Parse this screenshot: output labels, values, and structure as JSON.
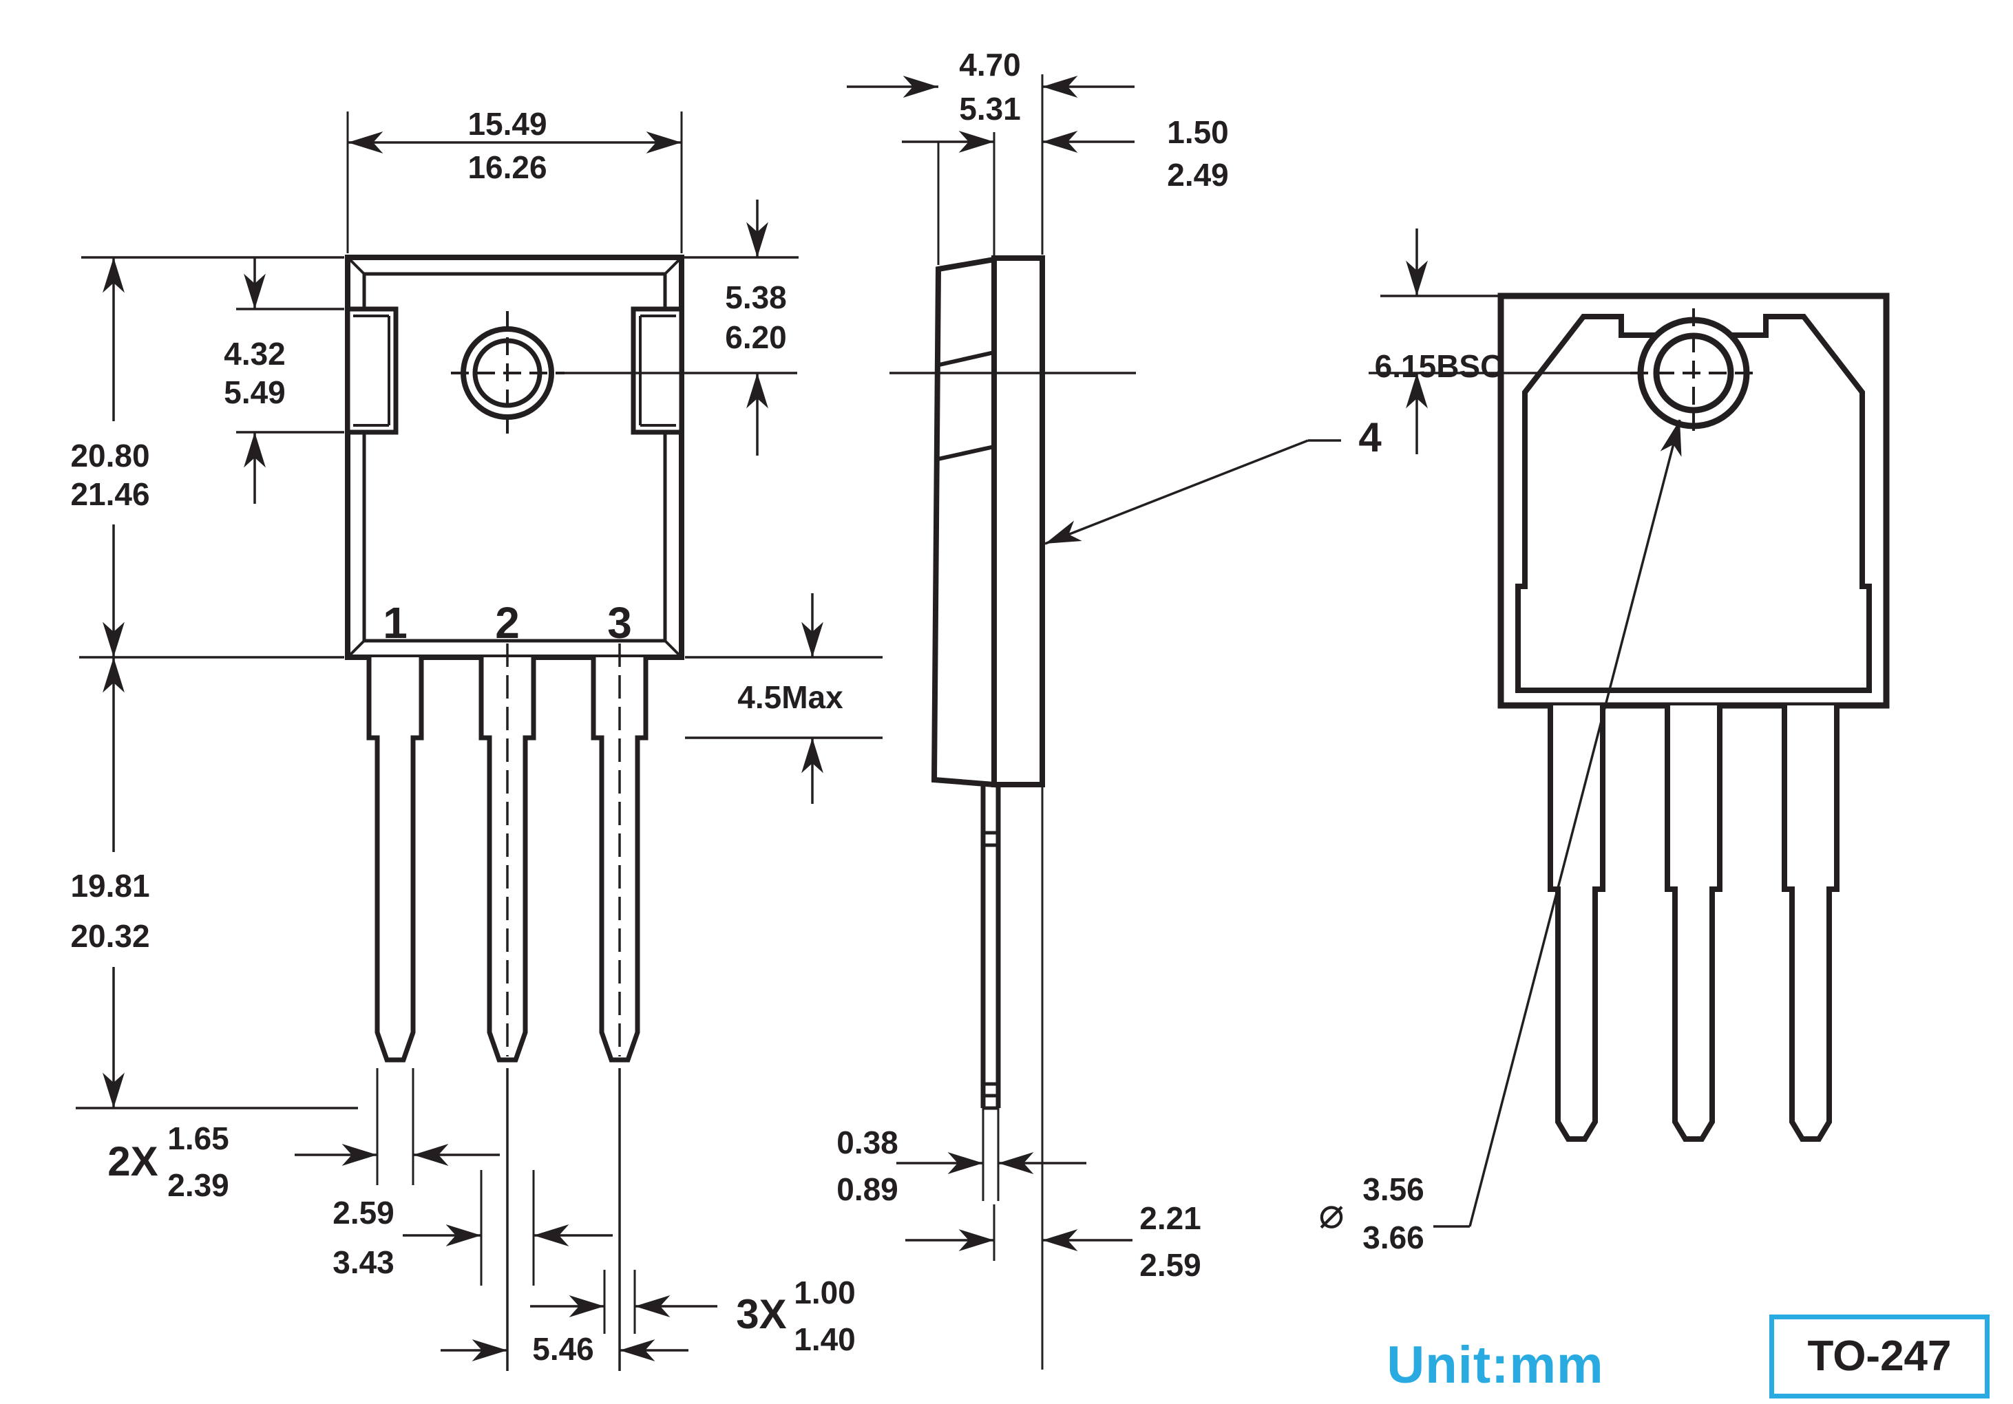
{
  "colors": {
    "ink": "#231F20",
    "accent": "#29ABE2",
    "background": "#FFFFFF"
  },
  "views": {
    "front": {
      "width": {
        "min": "15.49",
        "max": "16.26"
      },
      "ear_height": {
        "min": "4.32",
        "max": "5.49"
      },
      "body_height": {
        "min": "20.80",
        "max": "21.46"
      },
      "pin_length": {
        "min": "19.81",
        "max": "20.32"
      },
      "hole_offset": {
        "min": "5.38",
        "max": "6.20"
      },
      "shoulder_length": "4.5Max",
      "pin_numbers": [
        "1",
        "2",
        "3"
      ],
      "lead_width_outer": {
        "prefix": "2X",
        "min": "1.65",
        "max": "2.39"
      },
      "lead_width_center": {
        "min": "2.59",
        "max": "3.43"
      },
      "lead_tip_width": {
        "prefix": "3X",
        "min": "1.00",
        "max": "1.40"
      },
      "lead_pitch": "5.46"
    },
    "side": {
      "total_thickness": {
        "min": "4.70",
        "max": "5.31"
      },
      "tab_thickness": {
        "min": "1.50",
        "max": "2.49"
      },
      "lead_thickness": {
        "min": "0.38",
        "max": "0.89"
      },
      "tab_setback": {
        "min": "2.21",
        "max": "2.59"
      },
      "tab_callout": "4"
    },
    "back": {
      "hole_center_spacing": "6.15BSC",
      "hole_diameter": {
        "symbol": "⌀",
        "min": "3.56",
        "max": "3.66"
      }
    }
  },
  "footer": {
    "unit_label": "Unit:mm",
    "package_name": "TO-247"
  }
}
